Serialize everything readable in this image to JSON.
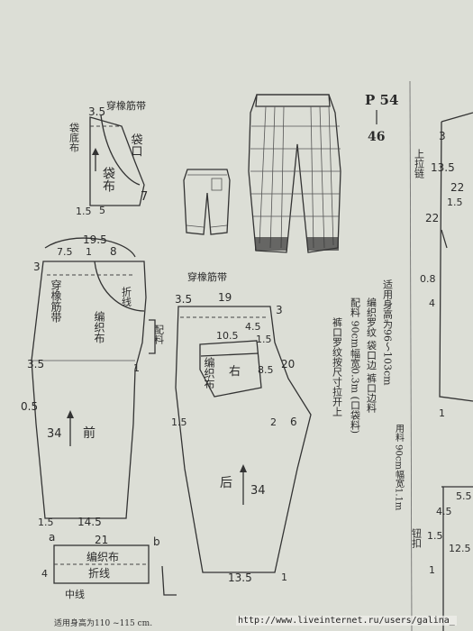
{
  "page": {
    "code": "P 54",
    "sub": "46",
    "caption": "适用身高为110 ~115 cm.",
    "watermark": "http://www.liveinternet.ru/users/galina_"
  },
  "pocket": {
    "label_top": "穿橡筋带",
    "label_side": "袋底布",
    "label_mouth": "袋口",
    "label_cloth": "袋布",
    "m_35": "3.5",
    "m_7": "7",
    "m_15": "1.5",
    "m_5": "5"
  },
  "front": {
    "label_band": "穿橡筋带",
    "label_knit": "编织布",
    "label_fold": "折线",
    "label_trim": "配料",
    "label_front": "前",
    "m_195": "19.5",
    "m_3": "3",
    "m_75": "7.5",
    "m_1": "1",
    "m_8": "8",
    "m_35": "3.5",
    "m_05": "0.5",
    "m_34": "34",
    "m_15": "1.5",
    "m_145": "14.5",
    "m_1b": "1"
  },
  "back": {
    "label_band": "穿橡筋带",
    "label_knit": "编织布",
    "label_right": "右",
    "label_back": "后",
    "m_35": "3.5",
    "m_19": "19",
    "m_3": "3",
    "m_105": "10.5",
    "m_45": "4.5",
    "m_15a": "1.5",
    "m_85": "8.5",
    "m_20": "20",
    "m_15": "1.5",
    "m_2": "2",
    "m_6": "6",
    "m_34": "34",
    "m_135": "13.5",
    "m_1": "1"
  },
  "cuff": {
    "m_21": "21",
    "label_knit": "编织布",
    "label_fold": "折线",
    "label_center": "中线",
    "m_4": "4",
    "m_a": "a",
    "m_b": "b"
  },
  "notes": {
    "col1": "适用身高为96～103cm",
    "col2": "编织罗纹 袋口边 裤口边料",
    "col3": "配料 90cm幅宽0.3m (口袋料)",
    "col4": "裤口罗纹按尺寸拉开上",
    "col5": "用料 90cm幅宽1.1m"
  },
  "right_edge": {
    "label_zip": "上拉链",
    "label_trim": "钮扣",
    "m_3": "3",
    "m_135": "13.5",
    "m_22": "22",
    "m_15": "1.5",
    "m_08": "0.8",
    "m_4": "4",
    "m_1": "1",
    "m_55": "5.5",
    "m_45": "4.5",
    "m_125": "12.5",
    "m_15b": "1.5"
  }
}
